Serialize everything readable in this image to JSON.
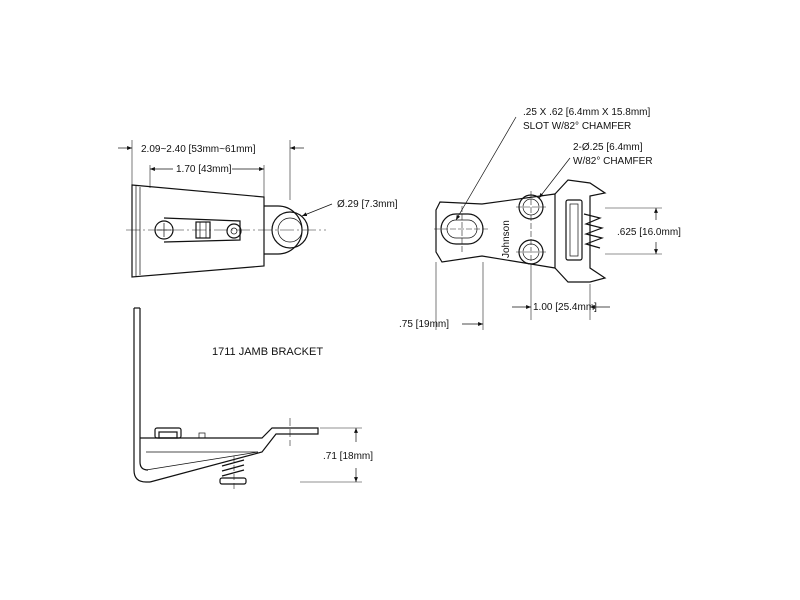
{
  "title": "1711 JAMB BRACKET",
  "brand": "Johnson",
  "dimensions": {
    "overall_width": "2.09~2.40 [53mm~61mm]",
    "body_width": "1.70 [43mm]",
    "hole_dia": "Ø.29 [7.3mm]",
    "slot": ".25 X .62 [6.4mm X 15.8mm]",
    "slot_chamfer": "SLOT  W/82° CHAMFER",
    "holes": "2-Ø.25 [6.4mm]",
    "holes_chamfer": "W/82° CHAMFER",
    "height_625": ".625 [16.0mm]",
    "offset_75": ".75 [19mm]",
    "spacing_100": "1.00 [25.4mm]",
    "height_71": ".71 [18mm]"
  }
}
